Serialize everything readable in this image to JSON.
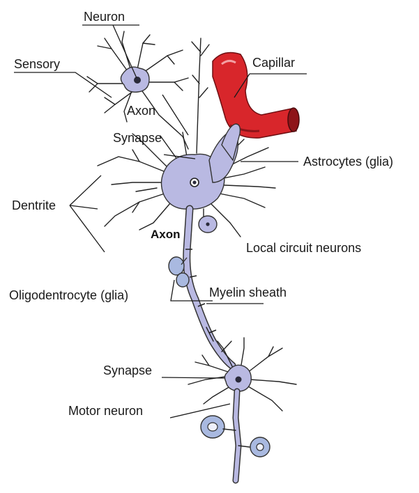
{
  "labels": {
    "neuron": "Neuron",
    "sensory": "Sensory",
    "axon_top": "Axon",
    "synapse_top": "Synapse",
    "capillar": "Capillar",
    "astrocytes": "Astrocytes (glia)",
    "dentrite": "Dentrite",
    "axon_mid": "Axon",
    "local_circuit": "Local circuit neurons",
    "oligodendrocyte": "Oligodentrocyte (glia)",
    "myelin": "Myelin sheath",
    "synapse_bottom": "Synapse",
    "motor_neuron": "Motor neuron"
  },
  "colors": {
    "neuron_body": "#b9b9e2",
    "capillary_fill": "#d8262b",
    "capillary_dark": "#8e1419"
  }
}
